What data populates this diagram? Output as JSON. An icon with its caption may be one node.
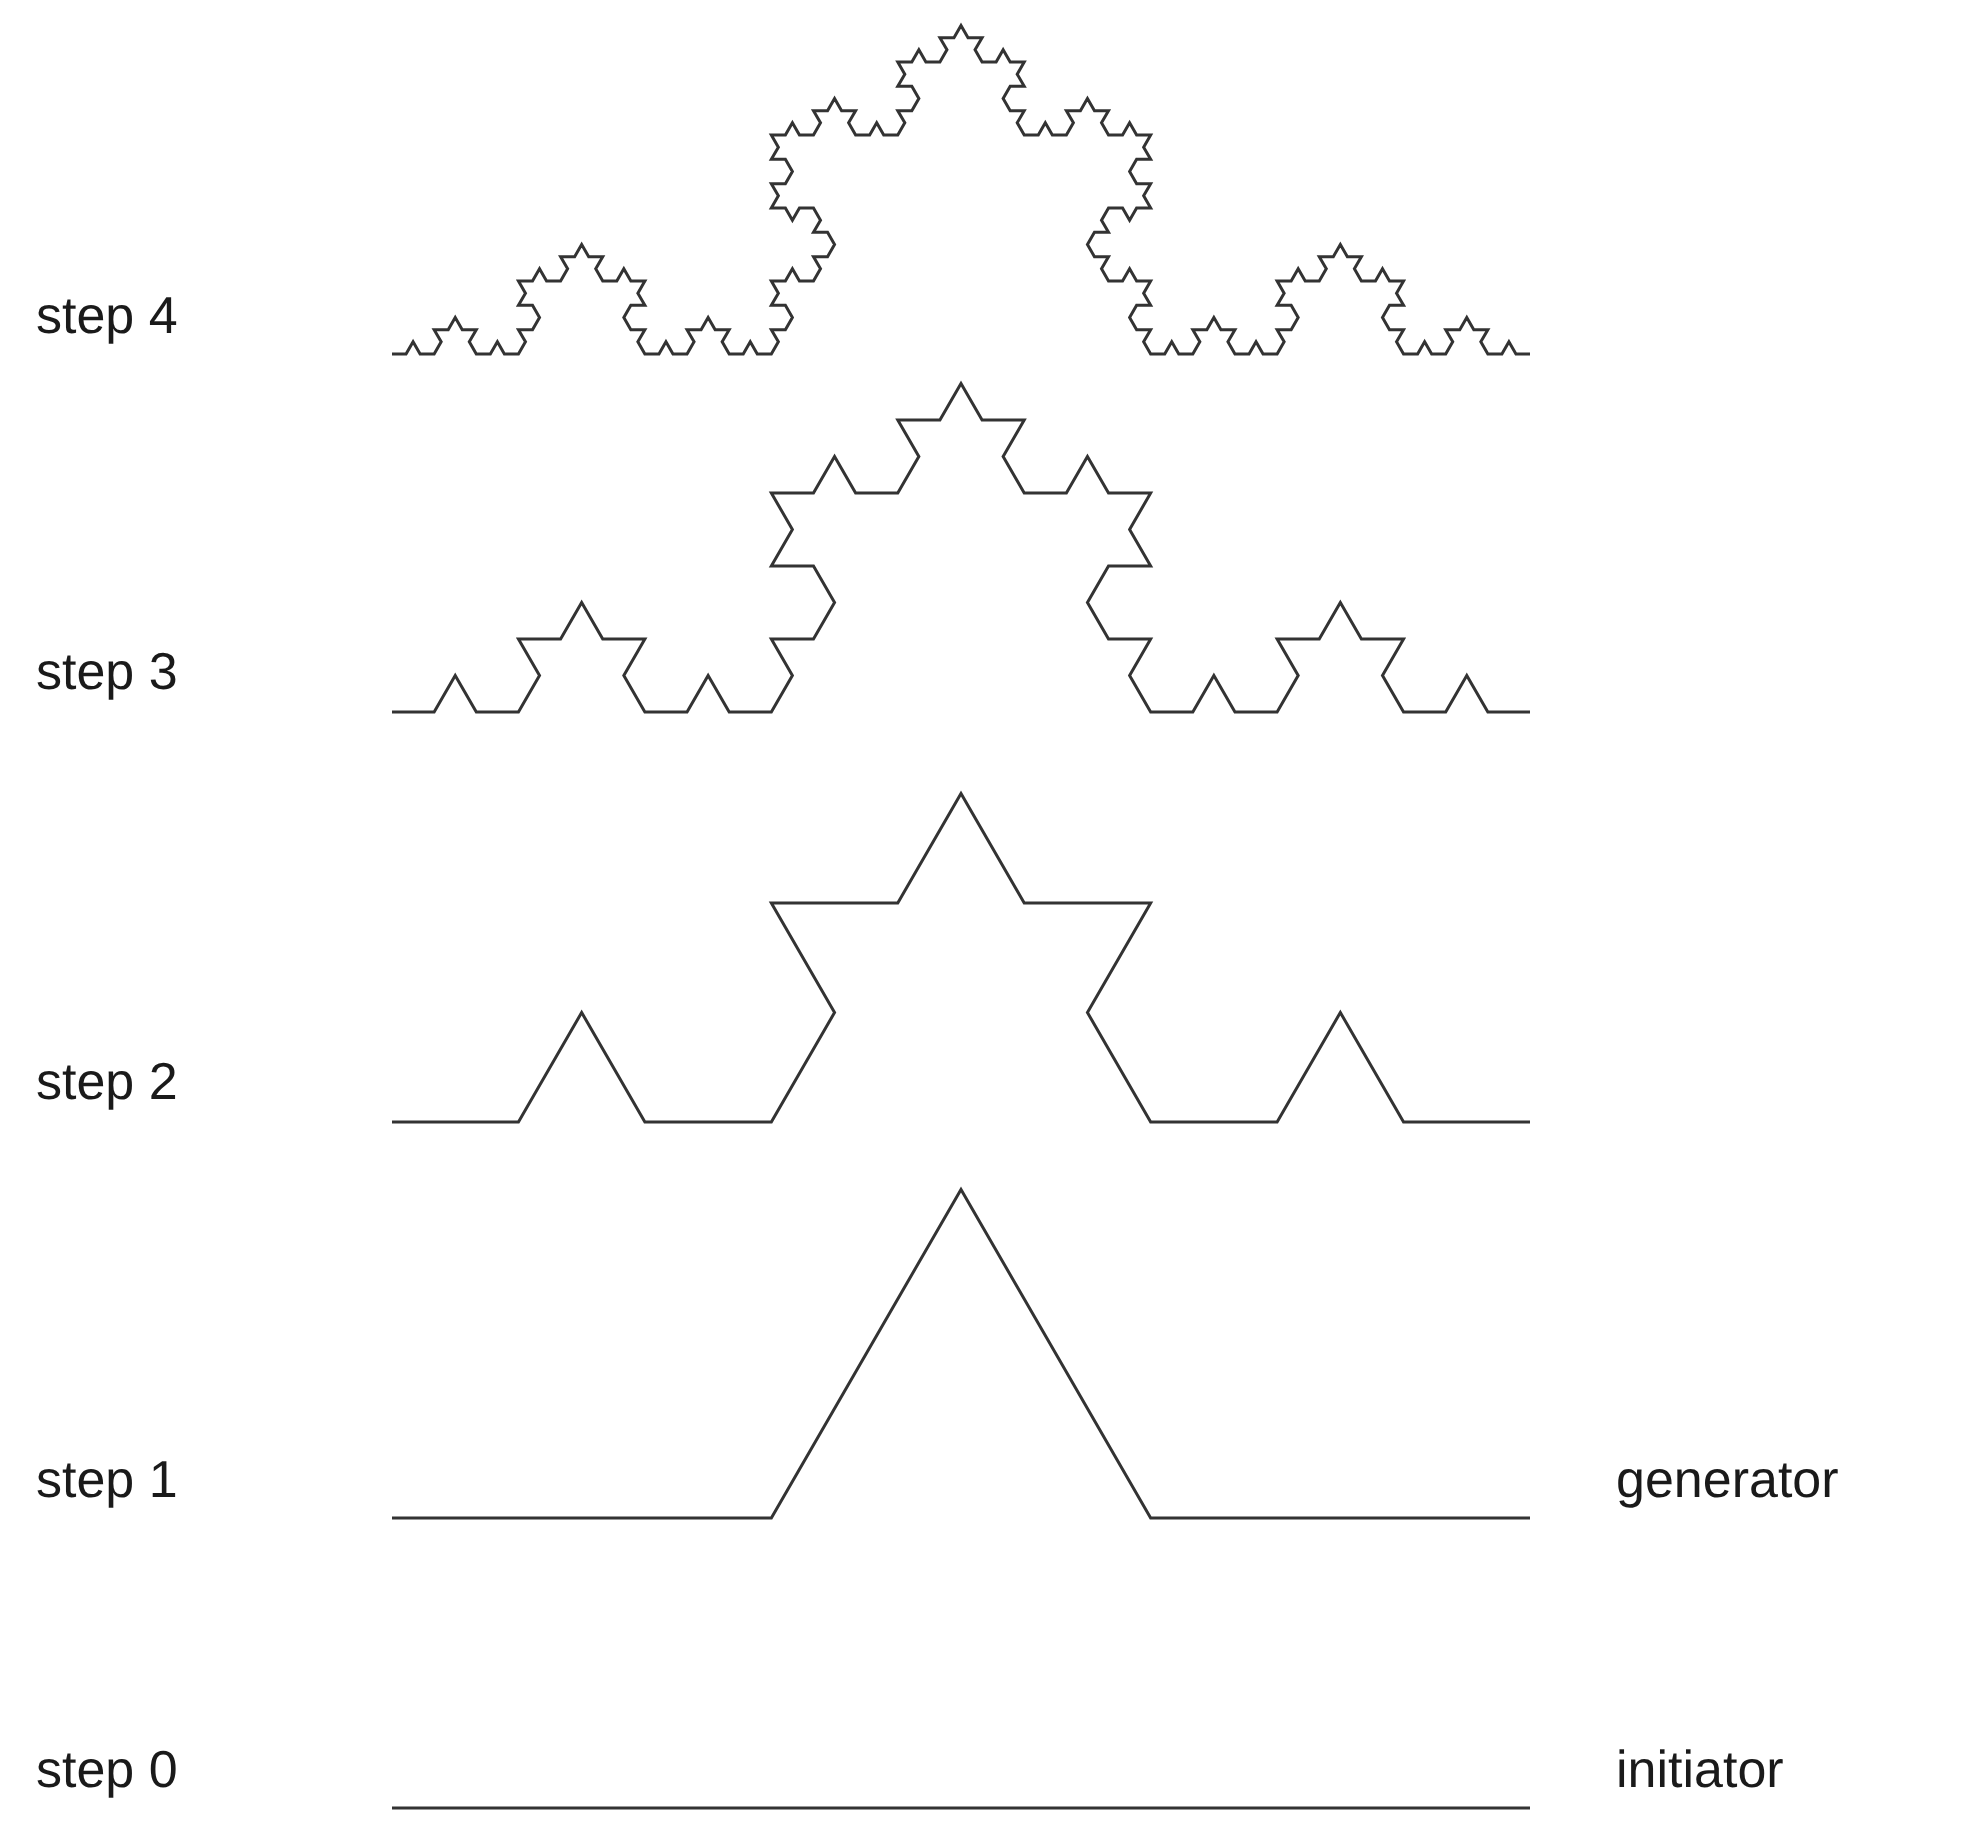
{
  "diagram": {
    "labels": [
      "step 4",
      "step 3",
      "step 2",
      "step 1",
      "generator",
      "step 0",
      "initiator"
    ]
  }
}
